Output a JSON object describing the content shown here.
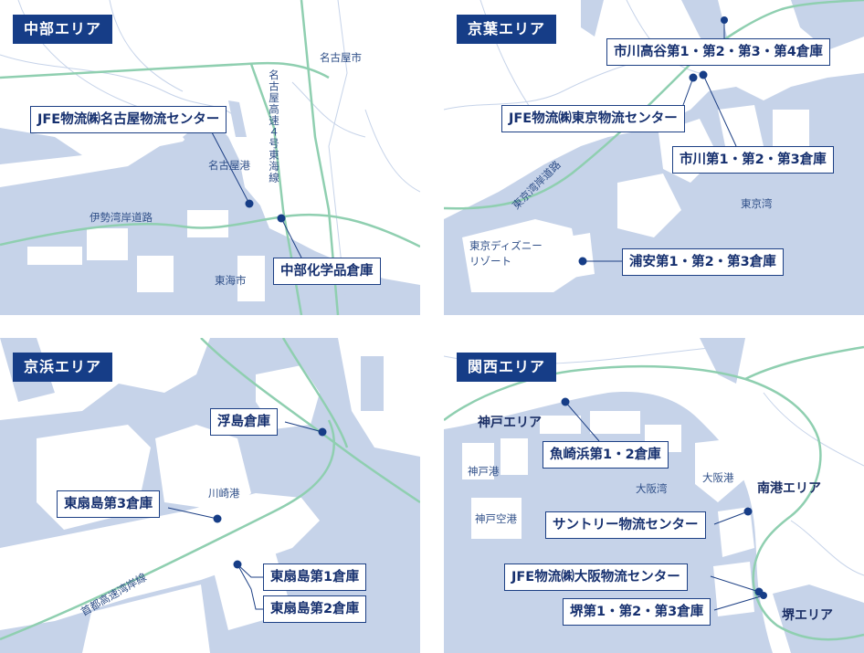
{
  "colors": {
    "water": "#c6d3e9",
    "land": "#ffffff",
    "road": "#8fcfb0",
    "label_blue": "#163d87",
    "pin": "#163d87"
  },
  "chubu": {
    "area_label": "中部エリア",
    "places": {
      "nagoya_city": "名古屋市",
      "nagoya_port": "名古屋港",
      "ise_bay_road": "伊勢湾岸道路",
      "tokai_city": "東海市",
      "expressway": "名古屋高速４号東海線"
    },
    "facilities": {
      "jfe_nagoya": "JFE物流㈱名古屋物流センター",
      "chubu_chemical": "中部化学品倉庫"
    }
  },
  "keiyo": {
    "area_label": "京葉エリア",
    "places": {
      "bayshore_road": "東京湾岸道路",
      "disney_line1": "東京ディズニー",
      "disney_line2": "リゾート",
      "tokyo_bay": "東京湾"
    },
    "facilities": {
      "ichikawa_takaya": "市川高谷第1・第2・第3・第4倉庫",
      "jfe_tokyo": "JFE物流㈱東京物流センター",
      "ichikawa": "市川第1・第2・第3倉庫",
      "urayasu": "浦安第1・第2・第3倉庫"
    }
  },
  "keihin": {
    "area_label": "京浜エリア",
    "places": {
      "kawasaki_port": "川崎港",
      "shuto_bayshore": "首都高速湾岸線"
    },
    "facilities": {
      "ukishima": "浮島倉庫",
      "higashiogishima3": "東扇島第3倉庫",
      "higashiogishima1": "東扇島第1倉庫",
      "higashiogishima2": "東扇島第2倉庫"
    }
  },
  "kansai": {
    "area_label": "関西エリア",
    "zones": {
      "kobe_area": "神戸エリア",
      "nanko_area": "南港エリア",
      "sakai_area": "堺エリア"
    },
    "places": {
      "kobe_port": "神戸港",
      "kobe_airport": "神戸空港",
      "osaka_bay": "大阪湾",
      "osaka_port": "大阪港"
    },
    "facilities": {
      "uozakihama": "魚崎浜第1・2倉庫",
      "suntory": "サントリー物流センター",
      "jfe_osaka": "JFE物流㈱大阪物流センター",
      "sakai": "堺第1・第2・第3倉庫"
    }
  }
}
